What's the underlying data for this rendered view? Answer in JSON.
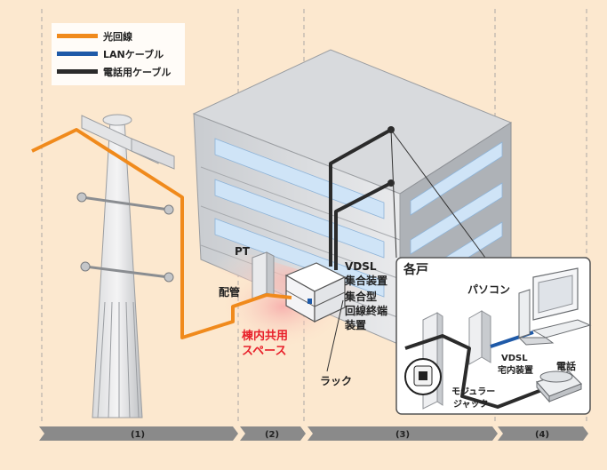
{
  "legend": {
    "optical": {
      "label": "光回線",
      "color": "#f08a1c"
    },
    "lan": {
      "label": "LANケーブル",
      "color": "#1f5aa8"
    },
    "phone": {
      "label": "電話用ケーブル",
      "color": "#2b2b2b"
    }
  },
  "labels": {
    "pt": "PT",
    "haikan": "配管",
    "shared_space_line1": "棟内共用",
    "shared_space_line2": "スペース",
    "vdsl_line1": "VDSL",
    "vdsl_line2": "集合装置",
    "termination_line1": "集合型",
    "termination_line2": "回線終端",
    "termination_line3": "装置",
    "rack": "ラック"
  },
  "inset": {
    "title": "各戸",
    "pc": "パソコン",
    "vdsl_home_line1": "VDSL",
    "vdsl_home_line2": "宅内装置",
    "phone": "電話",
    "jack_line1": "モジュラー",
    "jack_line2": "ジャック"
  },
  "segments": [
    "(1)",
    "(2)",
    "(3)",
    "(4)"
  ],
  "colors": {
    "background": "#fce8cf",
    "accent_red": "#e8202a",
    "arrow": "#8a8a8a"
  }
}
